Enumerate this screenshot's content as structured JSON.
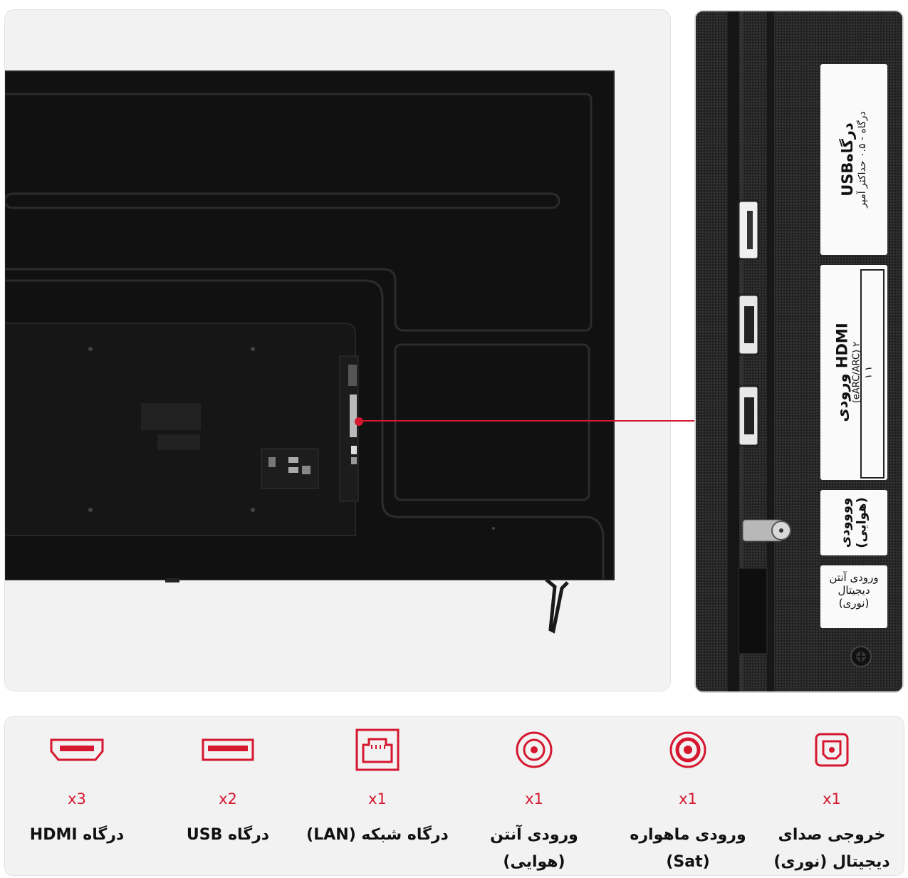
{
  "callout": {
    "usb": {
      "title": "USBدرگاه",
      "spec": "درگاه - ۰.۵ حداکثر آمپر"
    },
    "hdmi": {
      "title": "ورودی HDMI",
      "sub1": "(eARC/ARC) ۲",
      "sub2": "۱ ۱"
    },
    "antenna": {
      "title": "وووودی (هوایی)"
    },
    "optical": {
      "line1": "ورودی آنتن",
      "line2": "دیجیتال",
      "line3": "(نوری)"
    }
  },
  "ports": [
    {
      "icon": "hdmi-icon",
      "count": "x3",
      "name": "درگاه HDMI"
    },
    {
      "icon": "usb-icon",
      "count": "x2",
      "name": "درگاه USB"
    },
    {
      "icon": "lan-icon",
      "count": "x1",
      "name": "درگاه شبکه (LAN)"
    },
    {
      "icon": "antenna-icon",
      "count": "x1",
      "name": "ورودی آنتن (هوایی)"
    },
    {
      "icon": "satellite-icon",
      "count": "x1",
      "name": "ورودی ماهواره (Sat)"
    },
    {
      "icon": "optical-icon",
      "count": "x1",
      "name": "خروجی صدای دیجیتال (نوری)"
    }
  ],
  "colors": {
    "accent": "#d5172f",
    "tv_body": "#111111",
    "panel_bg": "#f2f2f2"
  }
}
